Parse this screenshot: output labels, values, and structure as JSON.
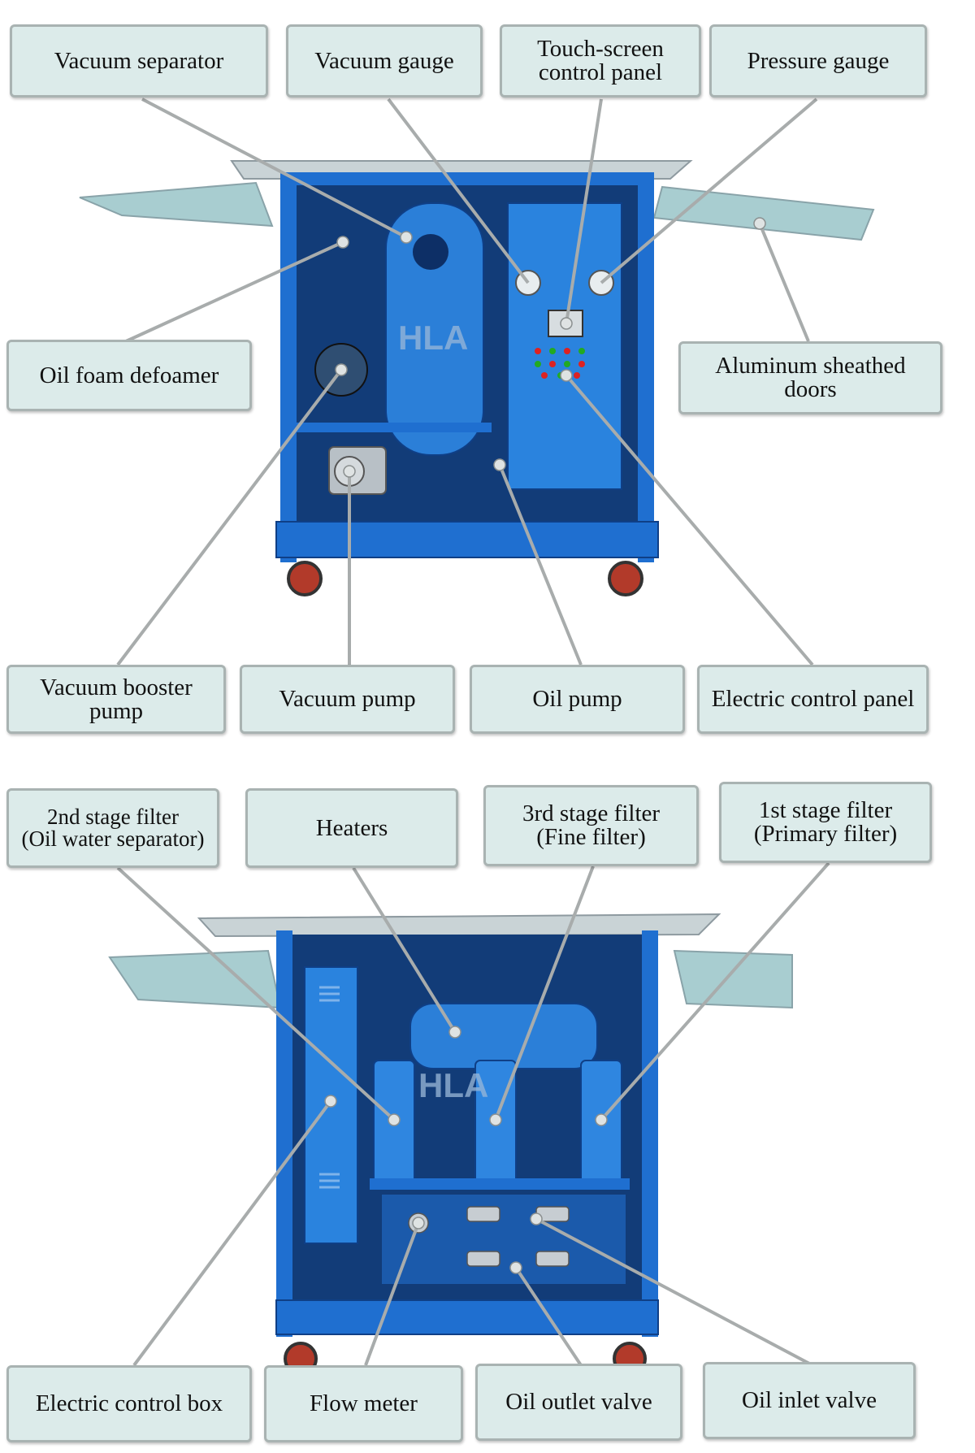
{
  "colors": {
    "label_fill": "#dcebea",
    "label_border": "#a9b3b2",
    "leader_line": "#a8acac",
    "machine_blue": "#1f6fd0",
    "machine_dark": "#0f3f86",
    "door_glass": "#9fc8cc",
    "wheel_red": "#b23a2a"
  },
  "top_view": {
    "logo": "HLA",
    "labels": {
      "vacuum_separator": "Vacuum separator",
      "vacuum_gauge": "Vacuum gauge",
      "touch_screen": "Touch-screen\ncontrol panel",
      "pressure_gauge": "Pressure gauge",
      "oil_foam_defoamer": "Oil foam defoamer",
      "aluminum_doors": "Aluminum sheathed\ndoors",
      "vacuum_booster": "Vacuum booster\npump",
      "vacuum_pump": "Vacuum pump",
      "oil_pump": "Oil pump",
      "electric_control_panel": "Electric control panel"
    }
  },
  "bottom_view": {
    "logo": "HLA",
    "labels": {
      "second_stage": "2nd stage filter\n(Oil water separator)",
      "heaters": "Heaters",
      "third_stage": "3rd stage filter\n(Fine filter)",
      "first_stage": "1st stage filter\n(Primary filter)",
      "electric_control_box": "Electric control box",
      "flow_meter": "Flow meter",
      "oil_outlet_valve": "Oil outlet valve",
      "oil_inlet_valve": "Oil inlet valve"
    }
  }
}
